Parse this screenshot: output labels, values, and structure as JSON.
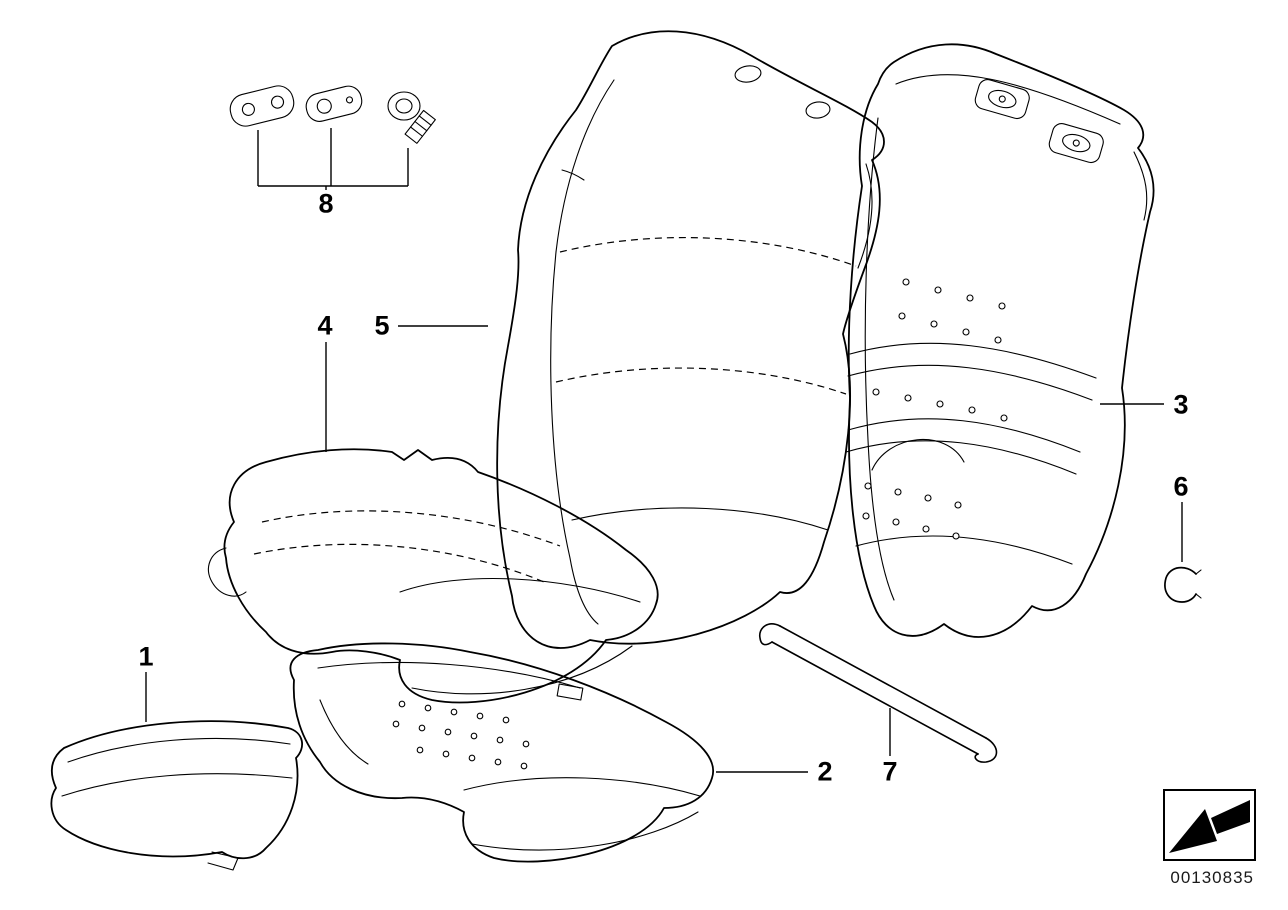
{
  "colors": {
    "line": "#000000",
    "background": "#ffffff"
  },
  "callouts": {
    "c1": "1",
    "c2": "2",
    "c3": "3",
    "c4": "4",
    "c5": "5",
    "c6": "6",
    "c7": "7",
    "c8": "8"
  },
  "stamp": {
    "icon": "view-direction-arrow"
  },
  "footer": {
    "image_number": "00130835"
  }
}
